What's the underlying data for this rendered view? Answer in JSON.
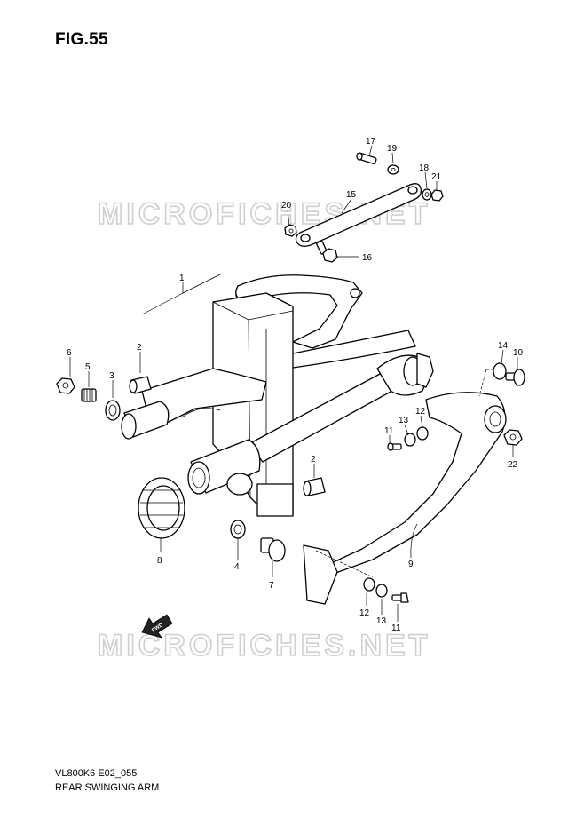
{
  "figure": {
    "title": "FIG.55"
  },
  "footer": {
    "model_code": "VL800K6 E02_055",
    "name": "REAR SWINGING ARM"
  },
  "watermark": {
    "text": "MICROFICHES.NET"
  },
  "fwd_arrow": {
    "label": "FWD"
  },
  "callouts": [
    "1",
    "2",
    "2",
    "3",
    "4",
    "5",
    "6",
    "7",
    "8",
    "9",
    "10",
    "11",
    "11",
    "12",
    "12",
    "13",
    "13",
    "14",
    "15",
    "16",
    "17",
    "18",
    "19",
    "20",
    "21",
    "22"
  ]
}
